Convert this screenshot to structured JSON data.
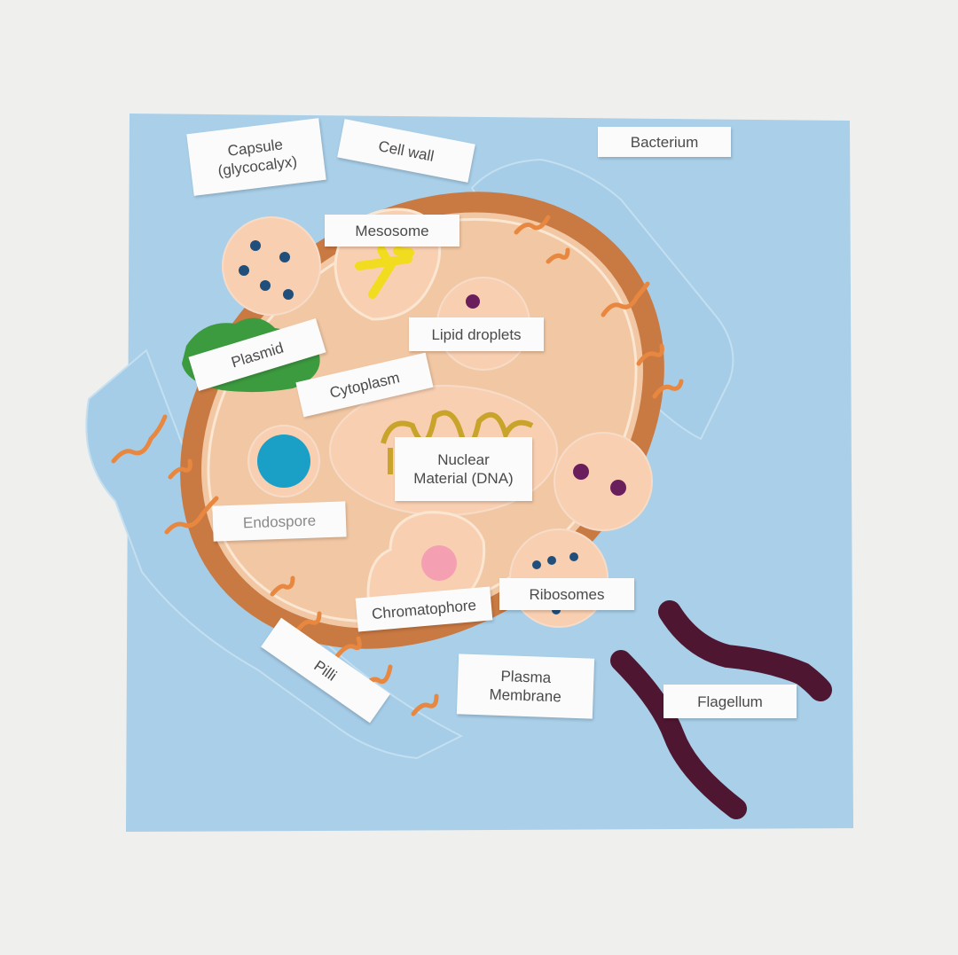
{
  "labels": {
    "capsule": "Capsule\n(glycocalyx)",
    "cell_wall": "Cell wall",
    "bacterium": "Bacterium",
    "mesosome": "Mesosome",
    "lipid_droplets": "Lipid droplets",
    "plasmid": "Plasmid",
    "cytoplasm": "Cytoplasm",
    "nuclear_material": "Nuclear\nMaterial (DNA)",
    "endospore": "Endospore",
    "ribosomes": "Ribosomes",
    "chromatophore": "Chromatophore",
    "pilli": "Pilli",
    "plasma_membrane": "Plasma\nMembrane",
    "flagellum": "Flagellum"
  },
  "colors": {
    "felt_background": "#a9cfe9",
    "capsule": "#a6cde8",
    "cell_wall": "#c97942",
    "cytoplasm": "#f2c7a3",
    "organelle": "#f9cfb2",
    "plasmid": "#3c9a3f",
    "endospore": "#1aa0c6",
    "mesosome_thread": "#f2dc20",
    "dna_thread": "#c9a42a",
    "chromatophore_dot": "#f4a0b2",
    "ribosome_dot": "#1f4f7a",
    "lipid_dot": "#6a1f5c",
    "pili": "#e8873f",
    "flagellum": "#4e1630"
  }
}
